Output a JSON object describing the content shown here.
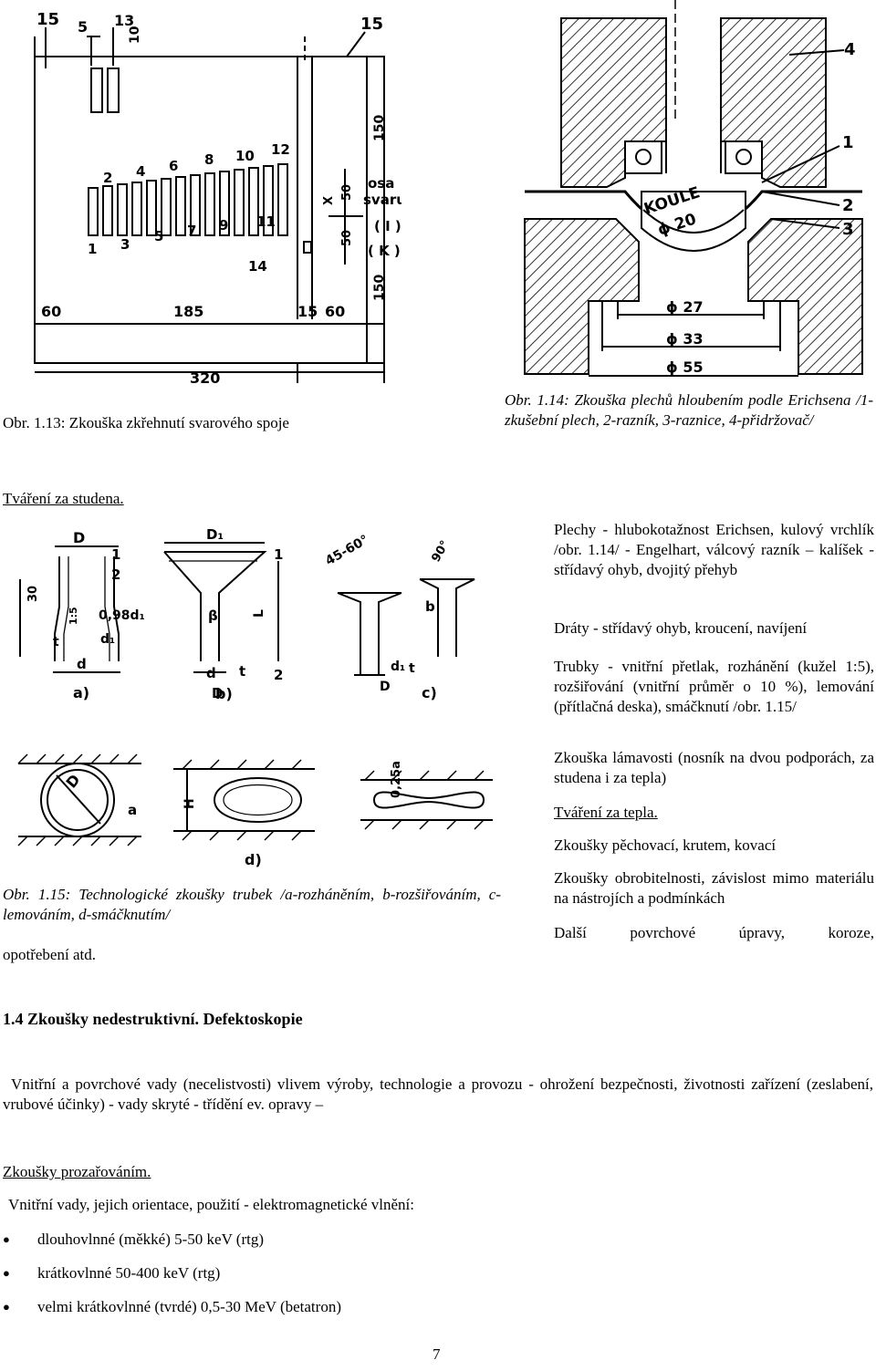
{
  "fig113": {
    "caption": "Obr. 1.13: Zkouška zkřehnutí svarového spoje",
    "labels": {
      "l15a": "15",
      "l5": "5",
      "l13": "13",
      "l10": "10",
      "l15b": "15",
      "l2": "2",
      "l4": "4",
      "l6": "6",
      "l8": "8",
      "l10b": "10",
      "l12": "12",
      "l1": "1",
      "l3": "3",
      "l5b": "5",
      "l7": "7",
      "l9": "9",
      "l11": "11",
      "l14": "14",
      "d60a": "60",
      "d185": "185",
      "d15": "15",
      "d60b": "60",
      "d320": "320",
      "d150a": "150",
      "d150b": "150",
      "d50a": "50",
      "d50b": "50",
      "x": "X",
      "osa": "osa",
      "svaru": "svaru",
      "i": "( I )",
      "k": "( K )"
    }
  },
  "fig114": {
    "caption": "Obr. 1.14: Zkouška plechů hloubením podle Erichsena /1-zkušební plech, 2-razník, 3-raznice, 4-přidržovač/",
    "labels": {
      "n4": "4",
      "n1": "1",
      "n2": "2",
      "n3": "3",
      "koule": "KOULE",
      "phi20": "ϕ 20",
      "phi27": "ϕ 27",
      "phi33": "ϕ 33",
      "phi55": "ϕ 55"
    }
  },
  "section_heading": "Tváření za studena.",
  "fig115": {
    "caption": "Obr. 1.15: Technologické zkoušky trubek /a-rozháněním, b-rozšiřováním, c-lemováním, d-smáčknutím/",
    "labels": {
      "D": "D",
      "one": "1",
      "two": "2",
      "thirty": "30",
      "taper": "1:5",
      "d098": "0,98d₁",
      "d1": "d₁",
      "t": "t",
      "d": "d",
      "a": "a)",
      "D1": "D₁",
      "one_b": "1",
      "beta": "β",
      "L": "L",
      "d_b": "d",
      "t_b": "t",
      "two_b": "2",
      "D_b": "D",
      "b": "b)",
      "angle": "45-60°",
      "ninety": "90°",
      "bb": "b",
      "d1c": "d₁",
      "tc": "t",
      "Dc": "D",
      "c": "c)",
      "Dd": "D",
      "ad": "a",
      "H": "H",
      "a025": "0,25a",
      "dd": "d)"
    }
  },
  "right_text": {
    "p1": "Plechy - hlubokotažnost Erichsen, kulový vrchlík /obr. 1.14/ - Engelhart, válcový razník – kalíšek - střídavý ohyb, dvojitý přehyb",
    "p2": "Dráty - střídavý ohyb, kroucení, navíjení",
    "p3": "Trubky - vnitřní přetlak, rozhánění (kužel 1:5), rozšiřování (vnitřní průměr o 10 %), lemování (přítlačná deska), smáčknutí /obr. 1.15/",
    "p4": "Zkouška lámavosti (nosník na dvou podporách, za studena i za tepla)",
    "p5": "Tváření za tepla.",
    "p6": "Zkoušky pěchovací, krutem, kovací",
    "p7": "Zkoušky obrobitelnosti, závislost mimo materiálu na nástrojích a podmínkách",
    "p8": "Další povrchové úpravy, koroze,"
  },
  "left_tail": "opotřebení atd.",
  "heading_14": "1.4 Zkoušky nedestruktivní. Defektoskopie",
  "para_defects": "Vnitřní a povrchové vady (necelistvosti) vlivem výroby, technologie a provozu - ohrožení bezpečnosti, životnosti zařízení (zeslabení, vrubové účinky) - vady skryté - třídění ev. opravy –",
  "sub_heading": "Zkoušky prozařováním.",
  "intro_line": "Vnitřní vady, jejich orientace, použití - elektromagnetické vlnění:",
  "bullets": [
    "dlouhovlnné (měkké) 5-50 keV (rtg)",
    "krátkovlnné 50-400 keV (rtg)",
    "velmi krátkovlnné (tvrdé) 0,5-30 MeV (betatron)"
  ],
  "page_number": "7"
}
